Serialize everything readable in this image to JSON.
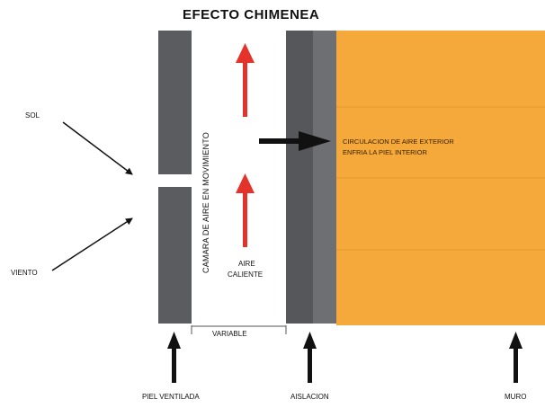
{
  "diagram": {
    "title": "EFECTO CHIMENEA",
    "left_labels": {
      "sun": "SOL",
      "wind": "VIENTO"
    },
    "cavity_label": "CAMARA DE AIRE EN MOVIMIENTO",
    "hot_air_label": [
      "AIRE",
      "CALIENTE"
    ],
    "width_label": "VARIABLE",
    "exterior_note": [
      "CIRCULACION DE AIRE EXTERIOR",
      "ENFRIA LA PIEL INTERIOR"
    ],
    "bottom_labels": {
      "skin": "PIEL VENTILADA",
      "insulation": "AISLACION",
      "wall": "MURO"
    }
  },
  "colors": {
    "skin_gray": "#5a5c60",
    "insulation_dark": "#55575b",
    "insulation_mid": "#6d6f73",
    "wall_orange": "#f5a93a",
    "wall_lines": "#e7972a",
    "hot_air_red": "#e4332a",
    "arrow_black": "#111111"
  }
}
